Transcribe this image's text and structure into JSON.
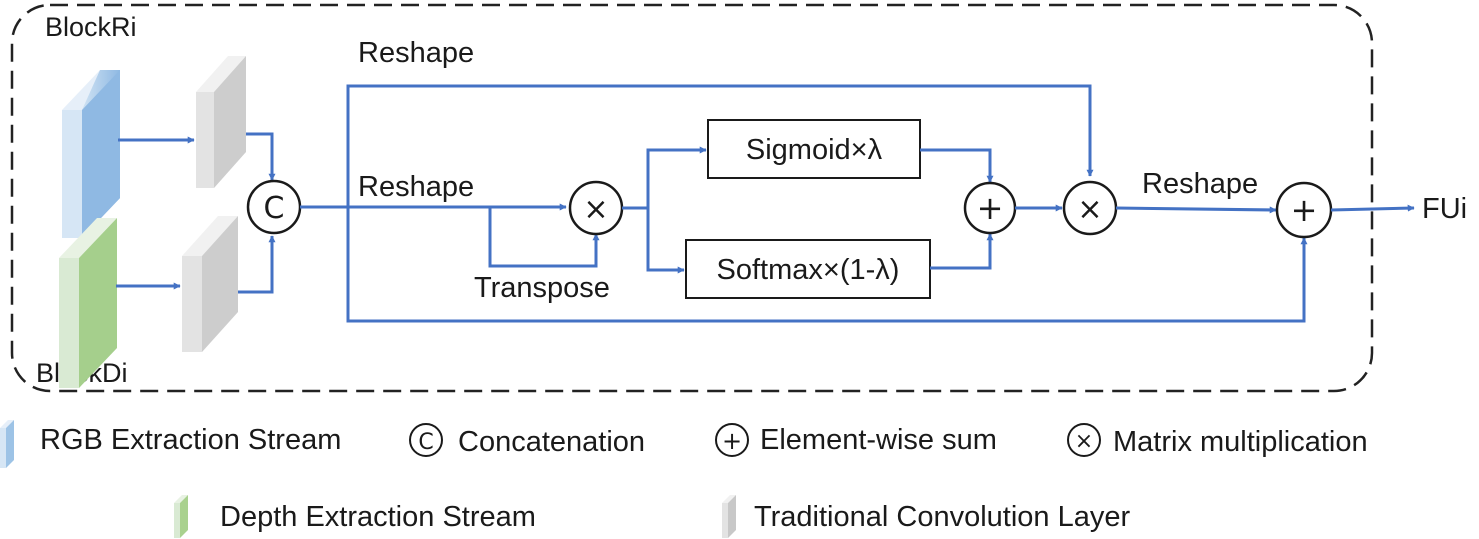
{
  "diagram": {
    "blocks": {
      "rgb_block": "BlockRi",
      "depth_block": "BlockDi",
      "output": "FUi"
    },
    "labels": {
      "reshape_top": "Reshape",
      "reshape_mid": "Reshape",
      "reshape_right": "Reshape",
      "transpose": "Transpose"
    },
    "ops": {
      "sigmoid": "Sigmoid×λ",
      "softmax": "Softmax×(1-λ)",
      "concat_symbol": "C",
      "multiply_symbol": "×",
      "sum_symbol": "+"
    }
  },
  "legend": {
    "rgb": "RGB Extraction Stream",
    "concat": "Concatenation",
    "sum": "Element-wise sum",
    "matmul": "Matrix multiplication",
    "depth": "Depth Extraction Stream",
    "conv": "Traditional Convolution Layer"
  },
  "colors": {
    "arrow": "#4472c4",
    "rgb_fill": "#9dc3e6",
    "depth_fill": "#a9d18e",
    "conv_fill": "#d0d0d0"
  }
}
